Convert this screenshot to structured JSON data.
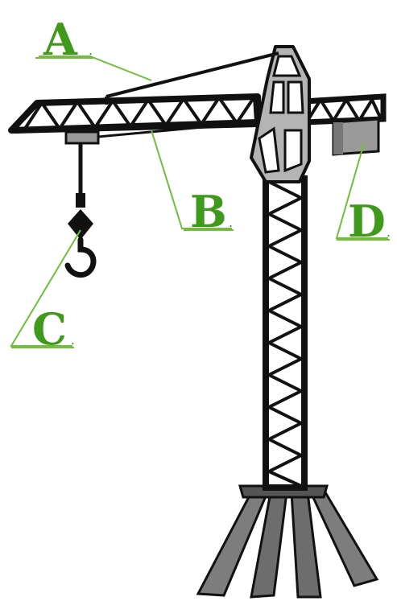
{
  "labels": {
    "a": "A",
    "b": "B",
    "c": "C",
    "d": "D",
    "period": "."
  },
  "colors": {
    "label_green": "#3f9a1c",
    "line_green": "#6fbf3a",
    "structure_dark": "#1a1a1a",
    "structure_gray": "#8a8a8a",
    "cab_gray": "#a8a8a8",
    "counterweight_gray": "#9a9a9a"
  }
}
